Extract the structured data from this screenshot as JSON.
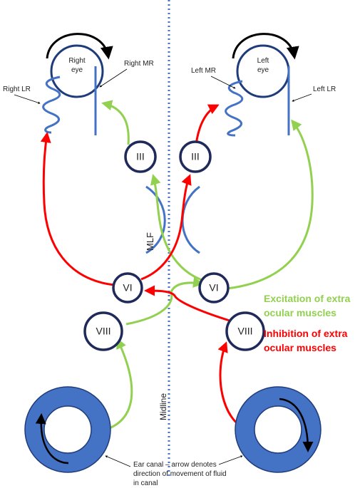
{
  "eyes": {
    "right": {
      "line1": "Right",
      "line2": "eye"
    },
    "left": {
      "line1": "Left",
      "line2": "eye"
    }
  },
  "muscles": {
    "right_mr": "Right MR",
    "right_lr": "Right LR",
    "left_mr": "Left MR",
    "left_lr": "Left LR"
  },
  "nuclei": {
    "iii_right": "III",
    "iii_left": "III",
    "vi_right": "VI",
    "vi_left": "VI",
    "viii_right": "VIII",
    "viii_left": "VIII"
  },
  "mlf": "MLF",
  "midline": "Midline",
  "legend": {
    "excitation_line1": "Excitation of extra",
    "excitation_line2": "ocular muscles",
    "inhibition_line1": "Inhibition of extra",
    "inhibition_line2": "ocular muscles"
  },
  "caption": {
    "line1": "Ear canal – arrow denotes",
    "line2": "direction of movement of fluid",
    "line3": "in canal"
  },
  "colors": {
    "excitation": "#92d050",
    "inhibition": "#ff0000",
    "structure": "#1f2a5a",
    "muscle": "#4472c4",
    "canal": "#4472c4",
    "midline": "#4472c4"
  }
}
